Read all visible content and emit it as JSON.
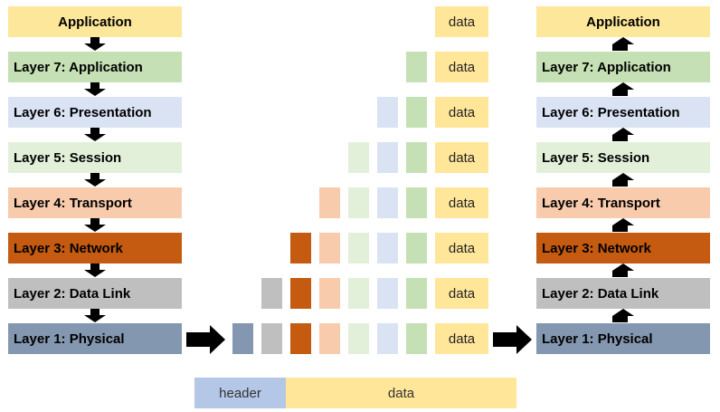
{
  "colors": {
    "application": "#fde79a",
    "layer7": "#c5e0b4",
    "layer6": "#dae3f3",
    "layer5": "#e2f0d9",
    "layer4": "#f8cbad",
    "layer3": "#c55a11",
    "layer2": "#bfbfbf",
    "layer1": "#8497b0",
    "data": "#ffe699",
    "header": "#b4c7e7",
    "arrow": "#000000"
  },
  "sender_stack": {
    "application": "Application",
    "layers": [
      "Layer 7: Application",
      "Layer 6: Presentation",
      "Layer 5: Session",
      "Layer 4: Transport",
      "Layer 3: Network",
      "Layer 2: Data Link",
      "Layer 1: Physical"
    ]
  },
  "receiver_stack": {
    "application": "Application",
    "layers": [
      "Layer 7: Application",
      "Layer 6: Presentation",
      "Layer 5: Session",
      "Layer 4: Transport",
      "Layer 3: Network",
      "Layer 2: Data Link",
      "Layer 1: Physical"
    ]
  },
  "encapsulation": {
    "data_labels": [
      "data",
      "data",
      "data",
      "data",
      "data",
      "data",
      "data",
      "data"
    ]
  },
  "legend": {
    "header": "header",
    "data": "data"
  }
}
